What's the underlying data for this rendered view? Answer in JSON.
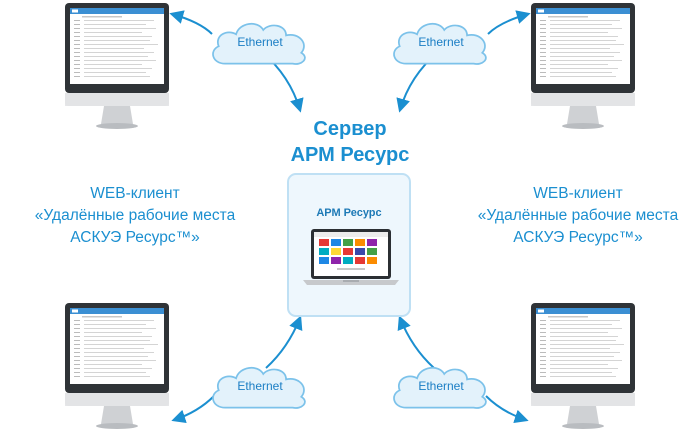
{
  "server": {
    "title_line1": "Сервер",
    "title_line2": "АРМ Ресурс",
    "box_label": "АРМ Ресурс"
  },
  "client_left": {
    "line1": "WEB-клиент",
    "line2": "«Удалённые рабочие места",
    "line3": "АСКУЭ Ресурс™»"
  },
  "client_right": {
    "line1": "WEB-клиент",
    "line2": "«Удалённые рабочие места",
    "line3": "АСКУЭ Ресурс™»"
  },
  "network": {
    "cloud_tl": "Ethernet",
    "cloud_tr": "Ethernet",
    "cloud_bl": "Ethernet",
    "cloud_br": "Ethernet"
  },
  "colors": {
    "accent": "#1b8fd0",
    "cloud_fill": "#e3f2fb",
    "cloud_stroke": "#7cc2ea",
    "box_fill": "#eef7fd",
    "box_border": "#bfe0f4"
  },
  "icons": [
    "monitor-icon",
    "laptop-icon",
    "cloud-icon",
    "arrow-icon"
  ]
}
